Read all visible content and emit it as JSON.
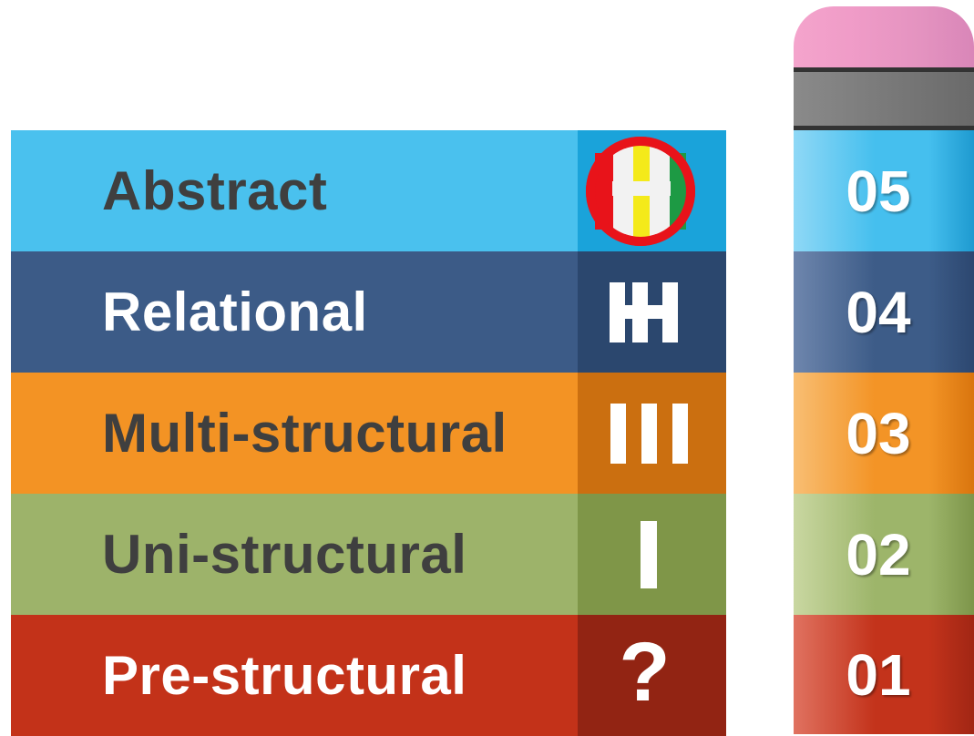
{
  "levels": [
    {
      "label": "Abstract",
      "label_color": "#3f3f3f",
      "bg": "#4ac1ee",
      "symbol_bg": "#1aa3da",
      "symbol": "abstract-icon"
    },
    {
      "label": "Relational",
      "label_color": "#ffffff",
      "bg": "#3c5b87",
      "symbol_bg": "#2b476e",
      "symbol": "relational-icon"
    },
    {
      "label": "Multi-structural",
      "label_color": "#3f3f3f",
      "bg": "#f39324",
      "symbol_bg": "#cb6f10",
      "symbol": "multi-structural-icon"
    },
    {
      "label": "Uni-structural",
      "label_color": "#3f3f3f",
      "bg": "#9db36a",
      "symbol_bg": "#7f9648",
      "symbol": "uni-structural-icon"
    },
    {
      "label": "Pre-structural",
      "label_color": "#ffffff",
      "bg": "#c33219",
      "symbol_bg": "#922413",
      "symbol": "question-mark-icon",
      "symbol_text": "?"
    }
  ],
  "pencil": {
    "bands": [
      {
        "number": "05",
        "color_left": "#8fd8f6",
        "color_mid": "#45bfee",
        "color_right": "#1e9ad0"
      },
      {
        "number": "04",
        "color_left": "#6e86ad",
        "color_mid": "#3d5c88",
        "color_right": "#2c4770"
      },
      {
        "number": "03",
        "color_left": "#f8be73",
        "color_mid": "#f39426",
        "color_right": "#d9750e"
      },
      {
        "number": "02",
        "color_left": "#c9d7a1",
        "color_mid": "#9db56a",
        "color_right": "#7d954a"
      },
      {
        "number": "01",
        "color_left": "#e07260",
        "color_mid": "#c3331b",
        "color_right": "#a12614"
      }
    ]
  }
}
